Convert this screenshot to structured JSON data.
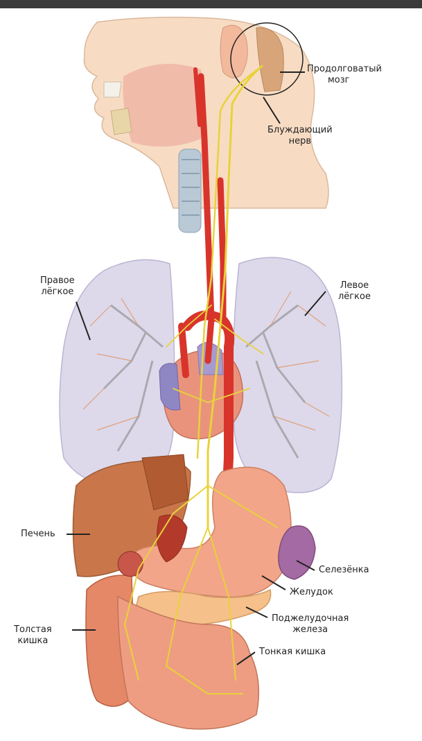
{
  "labels": {
    "medulla": [
      "Продолговатый",
      "мозг"
    ],
    "vagus": [
      "Блуждающий",
      "нерв"
    ],
    "right_lung": [
      "Правое",
      "лёгкое"
    ],
    "left_lung": [
      "Левое",
      "лёгкое"
    ],
    "liver": "Печень",
    "spleen": "Селезёнка",
    "stomach": "Желудок",
    "pancreas": [
      "Поджелудочная",
      "железа"
    ],
    "colon": [
      "Толстая",
      "кишка"
    ],
    "small_intestine": "Тонкая кишка"
  },
  "colors": {
    "nerve": "#e8d23a",
    "artery": "#d8342c",
    "skin": "#f7dcc3",
    "lung": "#dcd8ea",
    "liver": "#c9774a",
    "stomach": "#f2a588",
    "spleen": "#a46aa3",
    "intestine": "#e58868",
    "pancreas": "#f5c08a",
    "heart": "#e9937d"
  }
}
